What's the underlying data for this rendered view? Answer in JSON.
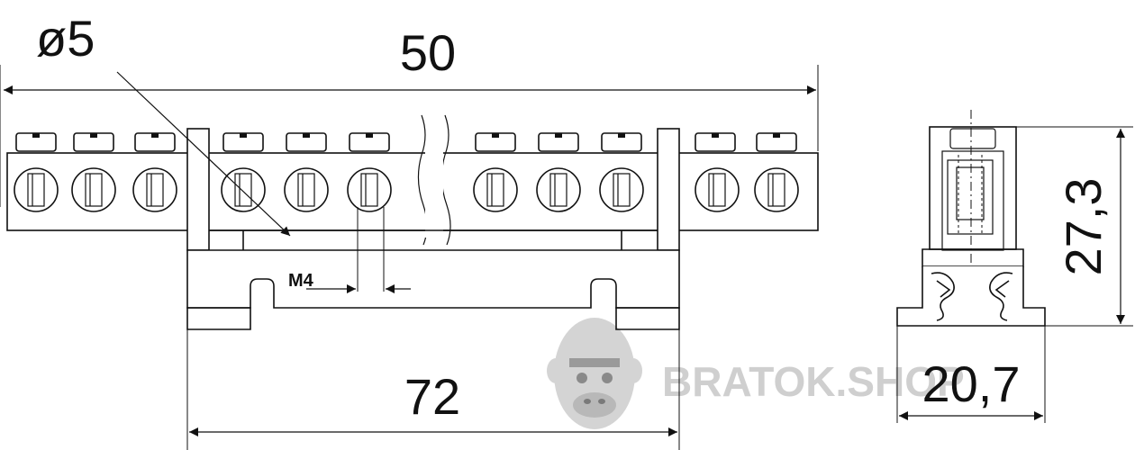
{
  "labels": {
    "diameter": "ø5",
    "length_top": "50",
    "length_bottom": "72",
    "thread": "M4",
    "height_side": "27,3",
    "width_side": "20,7"
  },
  "watermark": {
    "text": "BRATOK.SHOP",
    "icon": "gorilla-face-icon"
  },
  "colors": {
    "line": "#111111",
    "watermark": "#cfcfcf"
  }
}
